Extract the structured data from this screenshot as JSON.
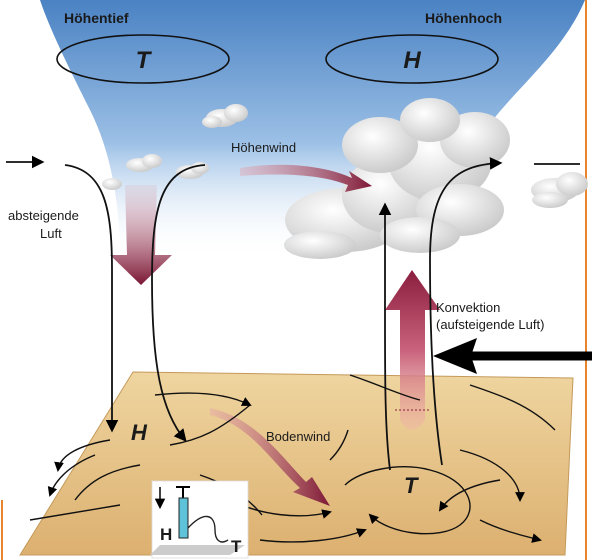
{
  "labels": {
    "upper_low": "Höhentief",
    "upper_high": "Höhenhoch",
    "upper_low_symbol": "T",
    "upper_high_symbol": "H",
    "upper_wind": "Höhenwind",
    "descending_line1": "absteigende",
    "descending_line2": "Luft",
    "convection_line1": "Konvektion",
    "convection_line2": "(aufsteigende Luft)",
    "surface_wind": "Bodenwind",
    "surface_high_symbol": "H",
    "surface_low_symbol": "T",
    "inset_high": "H",
    "inset_low": "T"
  },
  "colors": {
    "sky_top": "#4f86c6",
    "sky_bottom": "#ffffff",
    "ground": "#e6c48a",
    "ground_dark": "#d3a763",
    "arrow_red": "#8e1f3c",
    "arrow_pink": "#e7a3b0",
    "frame_orange": "#e8842a",
    "pointer_black": "#000000"
  }
}
